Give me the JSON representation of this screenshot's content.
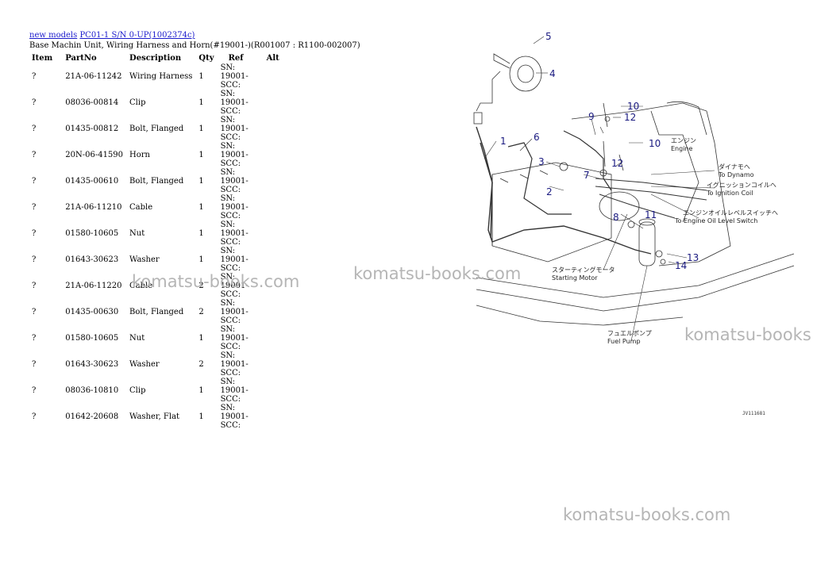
{
  "breadcrumb": {
    "link1": "new models",
    "link2": "PC01-1 S/N 0-UP(1002374c)"
  },
  "subtitle": "Base Machin Unit, Wiring Harness and Horn(#19001-)(R001007 : R1100-002007)",
  "columns": [
    "Item",
    "PartNo",
    "Description",
    "Qty",
    "Ref",
    "Alt"
  ],
  "rows": [
    {
      "item": "?",
      "partno": "21A-06-11242",
      "desc": "Wiring Harness",
      "qty": "1",
      "ref": "SN: 19001-SCC:"
    },
    {
      "item": "?",
      "partno": "08036-00814",
      "desc": "Clip",
      "qty": "1",
      "ref": "SN: 19001-SCC:"
    },
    {
      "item": "?",
      "partno": "01435-00812",
      "desc": "Bolt, Flanged",
      "qty": "1",
      "ref": "SN: 19001-SCC:"
    },
    {
      "item": "?",
      "partno": "20N-06-41590",
      "desc": "Horn",
      "qty": "1",
      "ref": "SN: 19001-SCC:"
    },
    {
      "item": "?",
      "partno": "01435-00610",
      "desc": "Bolt, Flanged",
      "qty": "1",
      "ref": "SN: 19001-SCC:"
    },
    {
      "item": "?",
      "partno": "21A-06-11210",
      "desc": "Cable",
      "qty": "1",
      "ref": "SN: 19001-SCC:"
    },
    {
      "item": "?",
      "partno": "01580-10605",
      "desc": "Nut",
      "qty": "1",
      "ref": "SN: 19001-SCC:"
    },
    {
      "item": "?",
      "partno": "01643-30623",
      "desc": "Washer",
      "qty": "1",
      "ref": "SN: 19001-SCC:"
    },
    {
      "item": "?",
      "partno": "21A-06-11220",
      "desc": "Cable",
      "qty": "2",
      "ref": "SN: 19001-SCC:"
    },
    {
      "item": "?",
      "partno": "01435-00630",
      "desc": "Bolt, Flanged",
      "qty": "2",
      "ref": "SN: 19001-SCC:"
    },
    {
      "item": "?",
      "partno": "01580-10605",
      "desc": "Nut",
      "qty": "1",
      "ref": "SN: 19001-SCC:"
    },
    {
      "item": "?",
      "partno": "01643-30623",
      "desc": "Washer",
      "qty": "2",
      "ref": "SN: 19001-SCC:"
    },
    {
      "item": "?",
      "partno": "08036-10810",
      "desc": "Clip",
      "qty": "1",
      "ref": "SN: 19001-SCC:"
    },
    {
      "item": "?",
      "partno": "01642-20608",
      "desc": "Washer, Flat",
      "qty": "1",
      "ref": "SN: 19001-SCC:"
    }
  ],
  "diagram": {
    "callouts": [
      "1",
      "2",
      "3",
      "4",
      "5",
      "6",
      "7",
      "8",
      "9",
      "10",
      "10",
      "11",
      "12",
      "12",
      "13",
      "14"
    ],
    "labels": {
      "engine_jp": "エンジン",
      "engine_en": "Engine",
      "dynamo_jp": "ダイナモへ",
      "dynamo_en": "To Dynamo",
      "ignition_jp": "イグニッションコイルへ",
      "ignition_en": "To Ignition Coil",
      "oil_jp": "エンジンオイルレベルスイッチへ",
      "oil_en": "To Engine Oil Level Switch",
      "starter_jp": "スターティングモータ",
      "starter_en": "Starting Motor",
      "fuel_jp": "フュエルポンプ",
      "fuel_en": "Fuel Pump",
      "code": "JV111681"
    }
  },
  "watermarks": [
    "komatsu-books.com",
    "komatsu-books.com",
    "komatsu-books",
    "komatsu-books.com"
  ]
}
